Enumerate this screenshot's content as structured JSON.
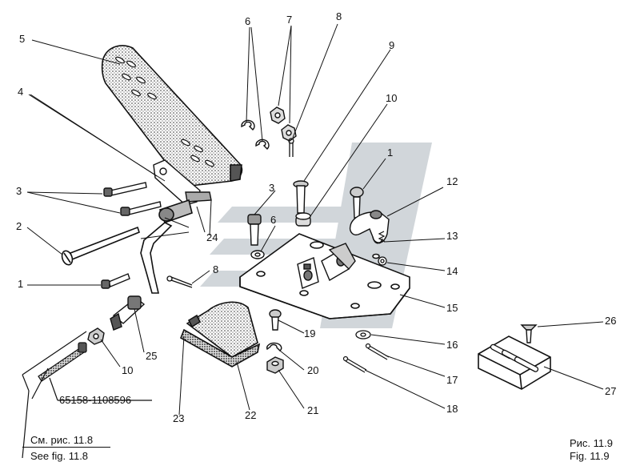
{
  "callouts": {
    "c1a": "1",
    "c1b": "1",
    "c2": "2",
    "c3a": "3",
    "c3b": "3",
    "c4": "4",
    "c5": "5",
    "c6a": "6",
    "c6b": "6",
    "c7": "7",
    "c8a": "8",
    "c8b": "8",
    "c9": "9",
    "c10a": "10",
    "c10b": "10",
    "c12": "12",
    "c13": "13",
    "c14": "14",
    "c15": "15",
    "c16": "16",
    "c17": "17",
    "c18": "18",
    "c19": "19",
    "c20": "20",
    "c21": "21",
    "c22": "22",
    "c23": "23",
    "c24": "24",
    "c25": "25",
    "c26": "26",
    "c27": "27"
  },
  "part_number": "65158-1108596",
  "see_ru": "См. рис. 11.8",
  "see_en": "See fig. 11.8",
  "fig_ru": "Рис. 11.9",
  "fig_en": "Fig. 11.9",
  "colors": {
    "ink": "#111111",
    "watermark": "#c9cfd4",
    "shade": "#888888"
  }
}
